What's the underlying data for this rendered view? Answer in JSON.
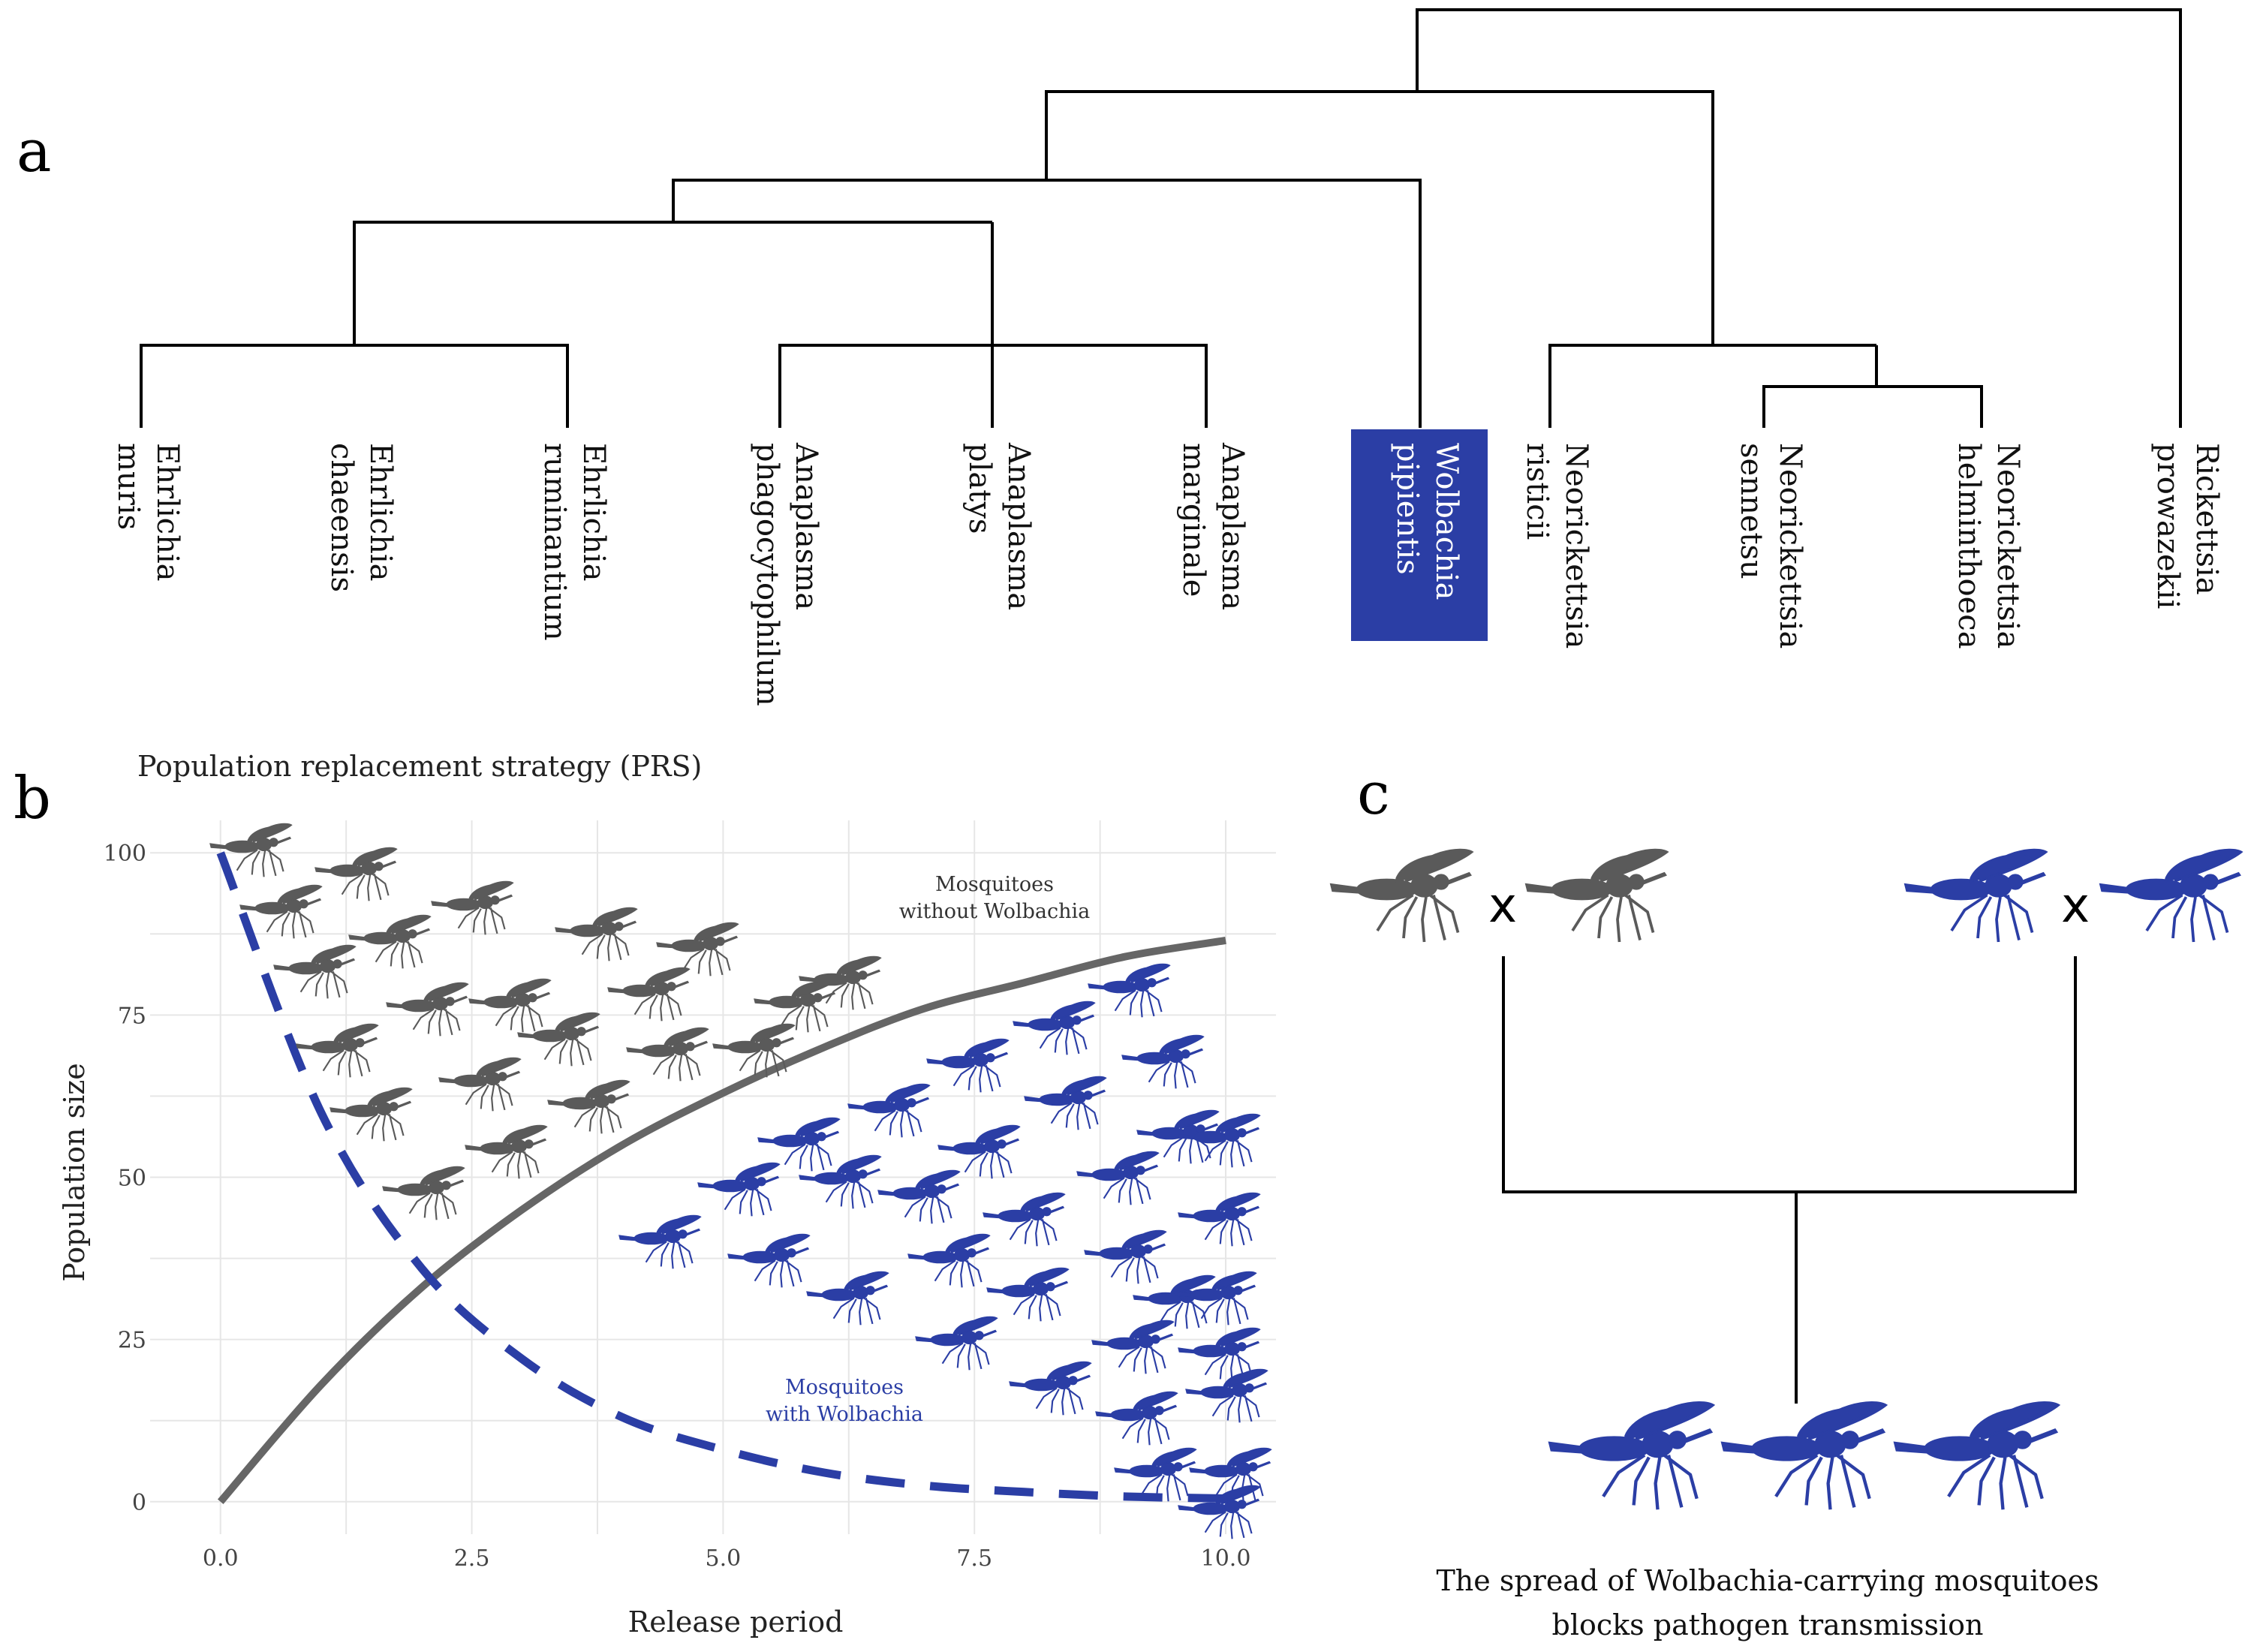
{
  "panel_a": {
    "letter": "a",
    "taxa": [
      {
        "line1": "Ehrlichia",
        "line2": "muris"
      },
      {
        "line1": "Ehrlichia",
        "line2": "chaeensis"
      },
      {
        "line1": "Ehrlichia",
        "line2": "ruminantium"
      },
      {
        "line1": "Anaplasma",
        "line2": "phagocytophilum"
      },
      {
        "line1": "Anaplasma",
        "line2": "platys"
      },
      {
        "line1": "Anaplasma",
        "line2": "marginale"
      },
      {
        "line1": "Wolbachia",
        "line2": "pipientis",
        "highlight": true
      },
      {
        "line1": "Neorickettsia",
        "line2": "risticii"
      },
      {
        "line1": "Neorickettsia",
        "line2": "sennetsu"
      },
      {
        "line1": "Neorickettsia",
        "line2": "helminthoeca"
      },
      {
        "line1": "Rickettsia",
        "line2": "prowazekii"
      }
    ],
    "highlight_color": "#2b3ea5"
  },
  "panel_b": {
    "letter": "b",
    "title": "Population replacement strategy (PRS)",
    "annotation_without": {
      "line1": "Mosquitoes",
      "line2": "without Wolbachia"
    },
    "annotation_with": {
      "line1": "Mosquitoes",
      "line2": "with Wolbachia"
    }
  },
  "chart_data": {
    "type": "line",
    "title": "Population replacement strategy (PRS)",
    "xlabel": "Release period",
    "ylabel": "Population size",
    "xlim": [
      -0.7,
      10.5
    ],
    "ylim": [
      -5,
      105
    ],
    "x_ticks": [
      "0.0",
      "2.5",
      "5.0",
      "7.5",
      "10.0"
    ],
    "y_ticks": [
      "0",
      "25",
      "50",
      "75",
      "100"
    ],
    "x_tick_values": [
      0,
      2.5,
      5,
      7.5,
      10
    ],
    "y_tick_values": [
      0,
      25,
      50,
      75,
      100
    ],
    "grid": true,
    "series": [
      {
        "name": "Mosquitoes without Wolbachia",
        "color": "#666666",
        "style": "solid",
        "x": [
          0,
          1,
          2,
          3,
          4,
          5,
          6,
          7,
          8,
          9,
          10
        ],
        "y": [
          0,
          18,
          33,
          45,
          55,
          63,
          70,
          76,
          80,
          84,
          86.5
        ]
      },
      {
        "name": "Mosquitoes with Wolbachia",
        "color": "#2b3ea5",
        "style": "dashed",
        "x": [
          0,
          1,
          2,
          3,
          4,
          5,
          6,
          7,
          8,
          9,
          10
        ],
        "y": [
          100,
          60,
          36,
          22,
          13,
          8,
          4.5,
          2.5,
          1.5,
          0.8,
          0.5
        ]
      }
    ]
  },
  "panel_c": {
    "letter": "c",
    "cross_left": "x",
    "cross_right": "x",
    "caption_line1": "The spread of Wolbachia-carrying mosquitoes",
    "caption_line2": "blocks pathogen transmission"
  },
  "colors": {
    "grey_mosquito": "#5a5a5a",
    "blue_mosquito": "#2b3ea5"
  }
}
